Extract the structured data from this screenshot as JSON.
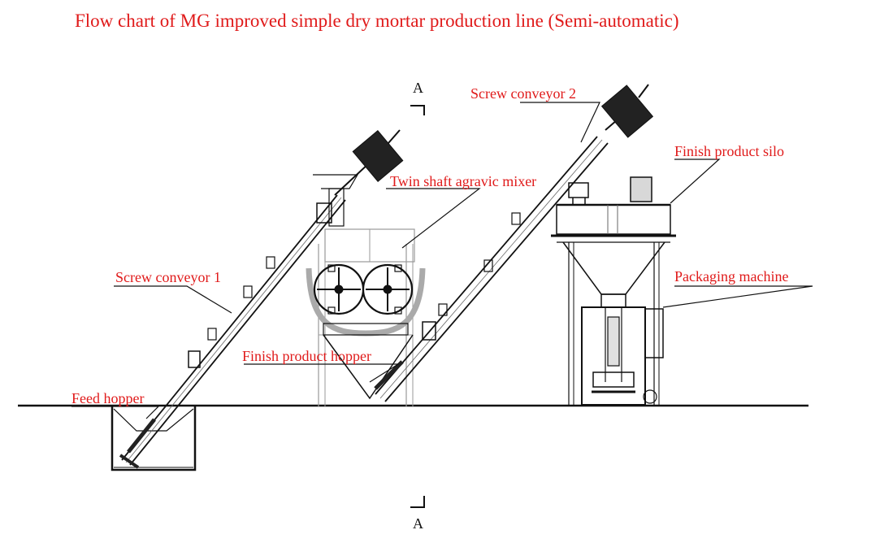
{
  "title": "Flow chart of MG improved simple dry mortar production line (Semi-automatic)",
  "section_marker": "A",
  "labels": {
    "screw_conveyor_1": "Screw conveyor 1",
    "screw_conveyor_2": "Screw conveyor 2",
    "twin_shaft_mixer": "Twin shaft agravic mixer",
    "finish_product_silo": "Finish product silo",
    "packaging_machine": "Packaging machine",
    "finish_product_hopper": "Finish product hopper",
    "feed_hopper": "Feed hopper"
  },
  "colors": {
    "label_red": "#e01a1a",
    "line_dark": "#111111",
    "line_gray": "#9a9a9a"
  }
}
